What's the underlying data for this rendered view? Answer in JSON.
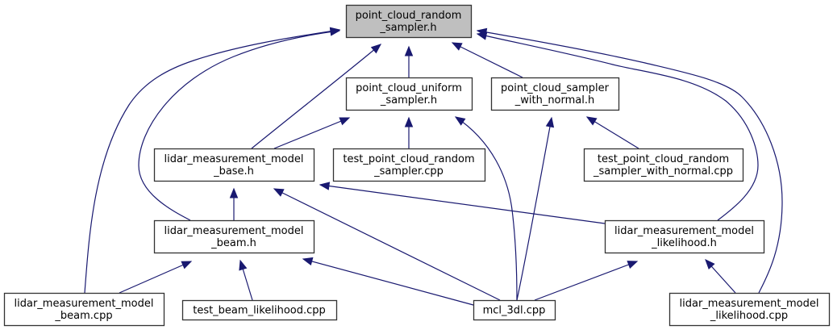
{
  "diagram": {
    "type": "include-dependency-graph",
    "edge_color": "#191970",
    "root_fill": "#bfbfbf",
    "node_fill": "#ffffff",
    "nodes": [
      {
        "id": "n0",
        "lines": [
          "point_cloud_random",
          "_sampler.h"
        ],
        "root": true
      },
      {
        "id": "n1",
        "lines": [
          "point_cloud_uniform",
          "_sampler.h"
        ]
      },
      {
        "id": "n2",
        "lines": [
          "point_cloud_sampler",
          "_with_normal.h"
        ]
      },
      {
        "id": "n3",
        "lines": [
          "lidar_measurement_model",
          "_base.h"
        ]
      },
      {
        "id": "n4",
        "lines": [
          "test_point_cloud_random",
          "_sampler.cpp"
        ]
      },
      {
        "id": "n5",
        "lines": [
          "test_point_cloud_random",
          "_sampler_with_normal.cpp"
        ]
      },
      {
        "id": "n6",
        "lines": [
          "lidar_measurement_model",
          "_beam.h"
        ]
      },
      {
        "id": "n7",
        "lines": [
          "lidar_measurement_model",
          "_likelihood.h"
        ]
      },
      {
        "id": "n8",
        "lines": [
          "lidar_measurement_model",
          "_beam.cpp"
        ]
      },
      {
        "id": "n9",
        "lines": [
          "test_beam_likelihood.cpp"
        ]
      },
      {
        "id": "n10",
        "lines": [
          "mcl_3dl.cpp"
        ]
      },
      {
        "id": "n11",
        "lines": [
          "lidar_measurement_model",
          "_likelihood.cpp"
        ]
      }
    ],
    "edges": [
      {
        "from": "n1",
        "to": "n0"
      },
      {
        "from": "n2",
        "to": "n0"
      },
      {
        "from": "n3",
        "to": "n0"
      },
      {
        "from": "n6",
        "to": "n0"
      },
      {
        "from": "n8",
        "to": "n0"
      },
      {
        "from": "n7",
        "to": "n0"
      },
      {
        "from": "n11",
        "to": "n0"
      },
      {
        "from": "n3",
        "to": "n1"
      },
      {
        "from": "n4",
        "to": "n1"
      },
      {
        "from": "n10",
        "to": "n1"
      },
      {
        "from": "n10",
        "to": "n2"
      },
      {
        "from": "n5",
        "to": "n2"
      },
      {
        "from": "n6",
        "to": "n3"
      },
      {
        "from": "n10",
        "to": "n3"
      },
      {
        "from": "n7",
        "to": "n3"
      },
      {
        "from": "n8",
        "to": "n6"
      },
      {
        "from": "n9",
        "to": "n6"
      },
      {
        "from": "n10",
        "to": "n6"
      },
      {
        "from": "n10",
        "to": "n7"
      },
      {
        "from": "n11",
        "to": "n7"
      }
    ]
  }
}
